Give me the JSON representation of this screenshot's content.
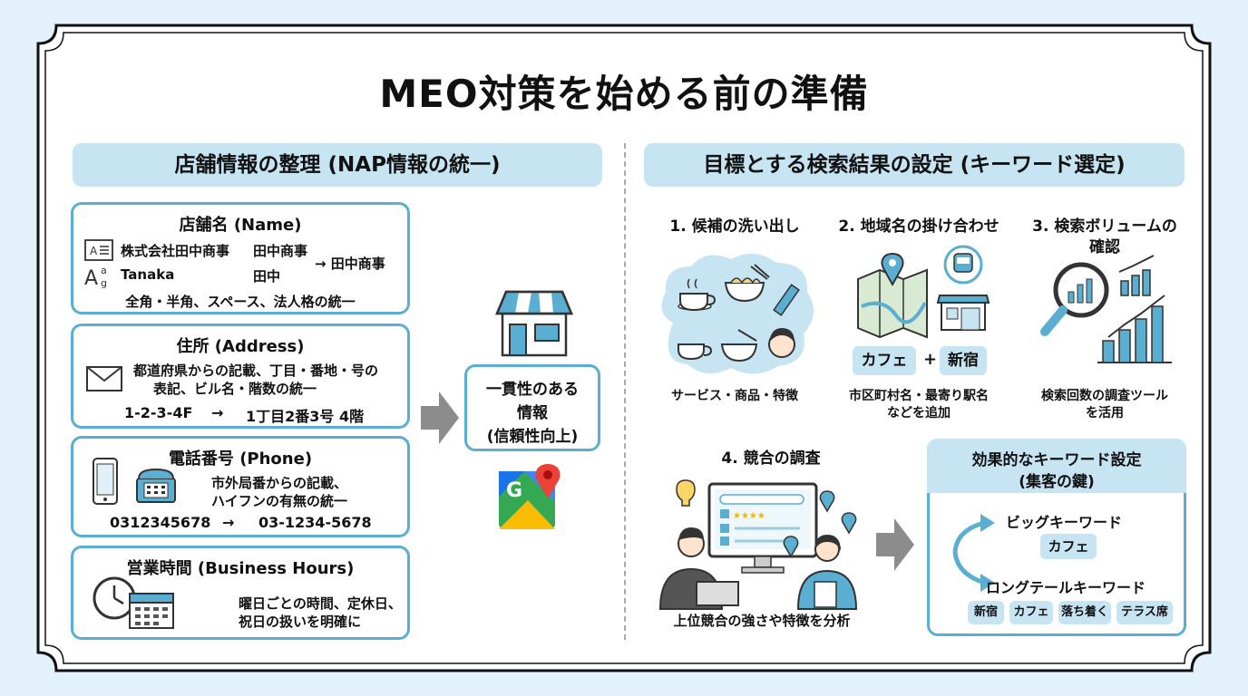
{
  "title": "MEO対策を始める前の準備",
  "left": {
    "header": "店舗情報の整理 (NAP情報の統一)",
    "name_card": {
      "title": "店舗名 (Name)",
      "row1_a": "株式会社田中商事",
      "row1_b": "田中商事",
      "row2_a": "Tanaka",
      "row2_b": "田中",
      "result": "→ 田中商事",
      "note": "全角・半角、スペース、法人格の統一"
    },
    "address_card": {
      "title": "住所 (Address)",
      "desc1": "都道府県からの記載、丁目・番地・号の",
      "desc2": "表記、ビル名・階数の統一",
      "from": "1-2-3-4F",
      "arrow": "→",
      "to": "1丁目2番3号 4階"
    },
    "phone_card": {
      "title": "電話番号 (Phone)",
      "desc1": "市外局番からの記載、",
      "desc2": "ハイフンの有無の統一",
      "from": "0312345678",
      "arrow": "→",
      "to": "03-1234-5678"
    },
    "hours_card": {
      "title": "営業時間 (Business Hours)",
      "desc1": "曜日ごとの時間、定休日、",
      "desc2": "祝日の扱いを明確に"
    },
    "result_box": {
      "line1": "一貫性のある",
      "line2": "情報",
      "line3": "(信頼性向上)"
    }
  },
  "right": {
    "header": "目標とする検索結果の設定 (キーワード選定)",
    "step1": {
      "title": "1. 候補の洗い出し",
      "caption": "サービス・商品・特徴"
    },
    "step2": {
      "title": "2. 地域名の掛け合わせ",
      "pill_a": "カフェ",
      "plus": "+",
      "pill_b": "新宿",
      "caption1": "市区町村名・最寄り駅名",
      "caption2": "などを追加"
    },
    "step3": {
      "title1": "3. 検索ボリュームの",
      "title2": "確認",
      "caption1": "検索回数の調査ツール",
      "caption2": "を活用"
    },
    "step4": {
      "title": "4. 競合の調査",
      "caption": "上位競合の強さや特徴を分析"
    },
    "keyword_box": {
      "title1": "効果的なキーワード設定",
      "title2": "(集客の鍵)",
      "big_label": "ビッグキーワード",
      "big_value": "カフェ",
      "long_label": "ロングテールキーワード",
      "long_values": [
        "新宿",
        "カフェ",
        "落ち着く",
        "テラス席"
      ]
    }
  },
  "colors": {
    "accent": "#5aaed2",
    "header_bg": "#c7e4f3",
    "background": "#e3f1fa",
    "border": "#111111",
    "arrow": "#8c8c8c"
  }
}
